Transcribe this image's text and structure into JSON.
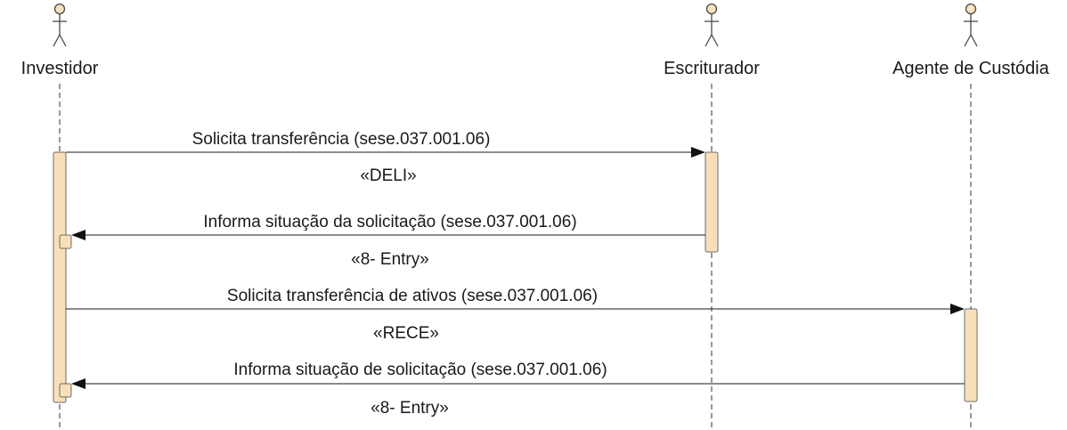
{
  "colors": {
    "activation_fill": "#f7dfba",
    "actor_head_fill": "#f7e2c0",
    "line": "#1a1a1a"
  },
  "participants": [
    {
      "id": "investidor",
      "name": "Investidor",
      "icon": "actor-stick-figure-icon"
    },
    {
      "id": "escriturador",
      "name": "Escriturador",
      "icon": "actor-stick-figure-icon"
    },
    {
      "id": "custodia",
      "name": "Agente de Custódia",
      "icon": "actor-stick-figure-icon"
    }
  ],
  "messages": [
    {
      "from": "Investidor",
      "to": "Escriturador",
      "label": "Solicita transferência (sese.037.001.06)",
      "stereotype": "«DELI»"
    },
    {
      "from": "Escriturador",
      "to": "Investidor",
      "label": "Informa situação da solicitação (sese.037.001.06)",
      "stereotype": "«8- Entry»"
    },
    {
      "from": "Investidor",
      "to": "Agente de Custódia",
      "label": "Solicita transferência de ativos (sese.037.001.06)",
      "stereotype": "«RECE»"
    },
    {
      "from": "Agente de Custódia",
      "to": "Investidor",
      "label": "Informa situação de solicitação (sese.037.001.06)",
      "stereotype": "«8- Entry»"
    }
  ]
}
